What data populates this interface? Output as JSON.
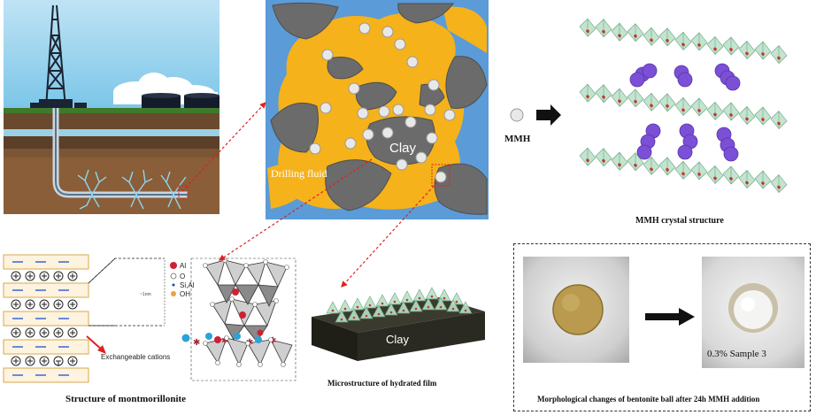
{
  "panels": {
    "micro": {
      "clay_label": "Clay",
      "fluid_label": "Drilling fluid"
    },
    "crystal": {
      "mmh_label": "MMH",
      "caption": "MMH crystal structure"
    },
    "montmorillonite": {
      "legend": {
        "al": "Al",
        "o": "O",
        "si_al": "Si,Al",
        "oh": "OH"
      },
      "spacing_label": "~1nm",
      "cations_label": "Exchangeable cations",
      "caption": "Structure of montmorillonite"
    },
    "film": {
      "clay_label": "Clay",
      "caption": "Microstructure of hydrated film"
    },
    "bentonite": {
      "sample_label": "0.3% Sample 3",
      "caption": "Morphological changes of bentonite ball after 24h MMH addition"
    }
  },
  "colors": {
    "fluid": "#f5b21b",
    "background_blue": "#5b9bd8",
    "clay_gray": "#6b6b6b",
    "mmh_sheet": "#b9e0c8",
    "interlayer_ball": "#7b4fd6",
    "arrow_red": "#e02020",
    "cation_red": "#cc2233",
    "cation_blue": "#2aa3d8"
  }
}
